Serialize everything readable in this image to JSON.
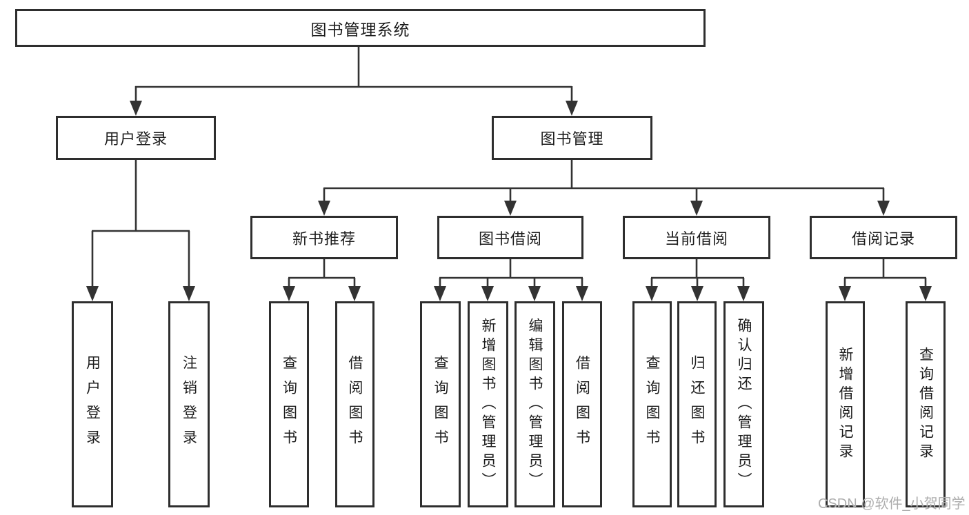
{
  "tree": {
    "label": "图书管理系统",
    "children": [
      {
        "label": "用户登录",
        "children": [
          {
            "label": "用户登录"
          },
          {
            "label": "注销登录"
          }
        ]
      },
      {
        "label": "图书管理",
        "children": [
          {
            "label": "新书推荐",
            "children": [
              {
                "label": "查询图书"
              },
              {
                "label": "借阅图书"
              }
            ]
          },
          {
            "label": "图书借阅",
            "children": [
              {
                "label": "查询图书"
              },
              {
                "label": "新增图书（管理员）"
              },
              {
                "label": "编辑图书（管理员）"
              },
              {
                "label": "借阅图书"
              }
            ]
          },
          {
            "label": "当前借阅",
            "children": [
              {
                "label": "查询图书"
              },
              {
                "label": "归还图书"
              },
              {
                "label": "确认归还（管理员）"
              }
            ]
          },
          {
            "label": "借阅记录",
            "children": [
              {
                "label": "新增借阅记录"
              },
              {
                "label": "查询借阅记录"
              }
            ]
          }
        ]
      }
    ]
  },
  "watermark": {
    "text": "CSDN @软件_小贺同学"
  },
  "colors": {
    "line": "#333333",
    "box_border": "#2e2e2e",
    "box_fill": "#ffffff",
    "text": "#1c1c1c",
    "watermark": "#adadad"
  }
}
